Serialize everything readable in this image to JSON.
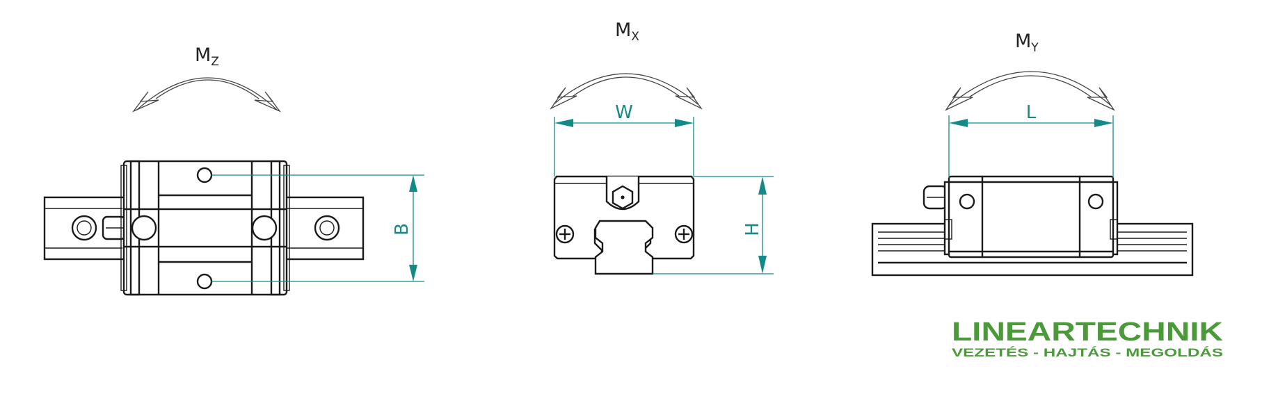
{
  "moments": {
    "mz": {
      "main": "M",
      "sub": "Z"
    },
    "mx": {
      "main": "M",
      "sub": "X"
    },
    "my": {
      "main": "M",
      "sub": "Y"
    }
  },
  "dimensions": {
    "b": "B",
    "w": "W",
    "h": "H",
    "l": "L"
  },
  "brand": {
    "name": "LINEARTECHNIK",
    "tagline": "VEZETÉS - HAJTÁS - MEGOLDÁS",
    "color": "#4a9a3a"
  },
  "colors": {
    "dimension": "#138a86",
    "outline": "#1a1a1a"
  }
}
